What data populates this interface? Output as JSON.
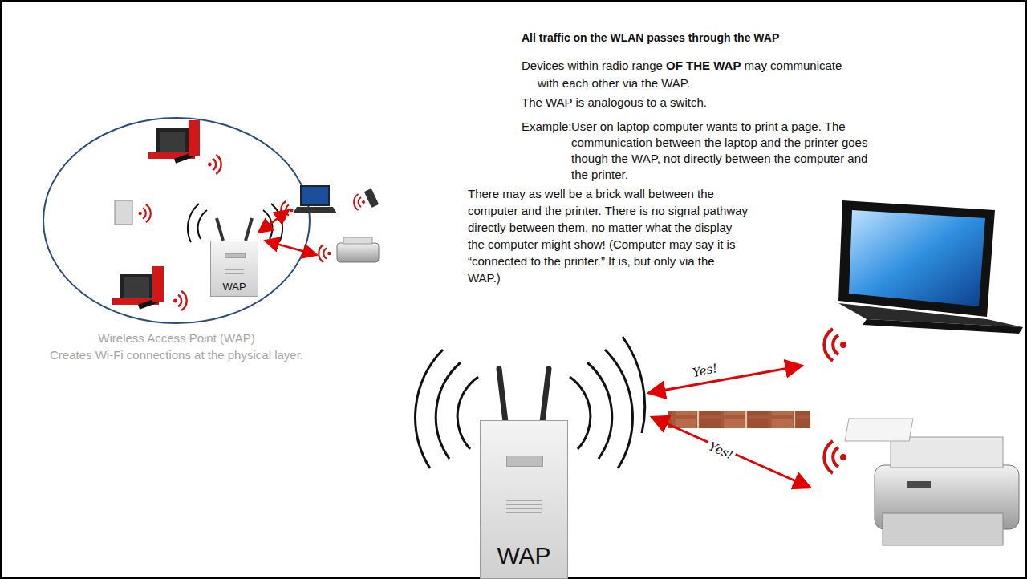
{
  "diagram": {
    "title": "All traffic on the WLAN passes through the WAP",
    "nodes": [
      {
        "text": [
          "WAP"
        ]
      },
      {
        "text": [
          "WAP"
        ]
      }
    ],
    "labels": [
      "Devices within radio range",
      "OF THE WAP",
      "may communicate with each other via the WAP.",
      "The WAP is analogous to a switch.",
      "Example:",
      "User on laptop computer wants to print a page. The communication between the laptop and the printer goes though the WAP, not directly between the computer and the printer.",
      "There may as well be a brick wall between the computer and the printer. There is no signal pathway directly between them, no matter what the display the computer might show! (Computer may say it is “connected to the printer.” It is, but only via the WAP.)",
      "Yes!",
      "Yes!",
      "Wireless Access Point (WAP)",
      "Creates Wi-Fi connections at the physical layer."
    ]
  }
}
